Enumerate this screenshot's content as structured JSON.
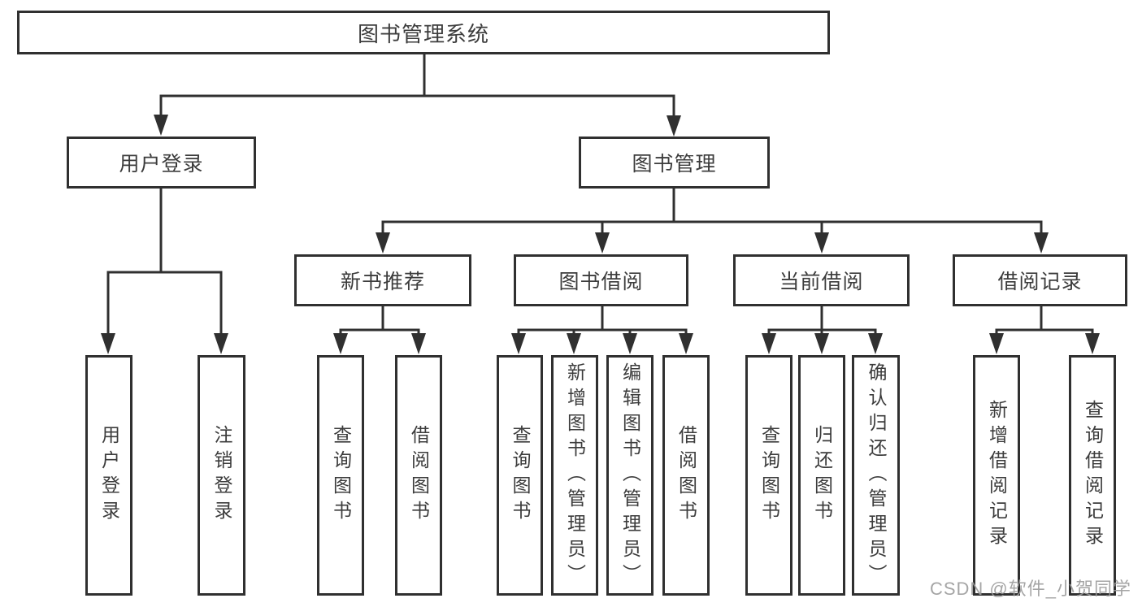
{
  "diagram": {
    "title": "图书管理系统",
    "root": {
      "label": "图书管理系统"
    },
    "level2": [
      {
        "id": "user-login",
        "label": "用户登录"
      },
      {
        "id": "book-management",
        "label": "图书管理"
      }
    ],
    "level3": [
      {
        "id": "new-book-recommend",
        "parent": "图书管理",
        "label": "新书推荐"
      },
      {
        "id": "book-borrowing",
        "parent": "图书管理",
        "label": "图书借阅"
      },
      {
        "id": "current-borrowing",
        "parent": "图书管理",
        "label": "当前借阅"
      },
      {
        "id": "borrowing-records",
        "parent": "图书管理",
        "label": "借阅记录"
      }
    ],
    "leaves": [
      {
        "parent": "用户登录",
        "label": "用户登录"
      },
      {
        "parent": "用户登录",
        "label": "注销登录"
      },
      {
        "parent": "新书推荐",
        "label": "查询图书"
      },
      {
        "parent": "新书推荐",
        "label": "借阅图书"
      },
      {
        "parent": "图书借阅",
        "label": "查询图书"
      },
      {
        "parent": "图书借阅",
        "label": "新增图书（管理员）"
      },
      {
        "parent": "图书借阅",
        "label": "编辑图书（管理员）"
      },
      {
        "parent": "图书借阅",
        "label": "借阅图书"
      },
      {
        "parent": "当前借阅",
        "label": "查询图书"
      },
      {
        "parent": "当前借阅",
        "label": "归还图书"
      },
      {
        "parent": "当前借阅",
        "label": "确认归还（管理员）"
      },
      {
        "parent": "借阅记录",
        "label": "新增借阅记录"
      },
      {
        "parent": "借阅记录",
        "label": "查询借阅记录"
      }
    ]
  },
  "watermark": {
    "text": "CSDN @软件_小贺同学"
  },
  "colors": {
    "line": "#303030",
    "text": "#3c3c3c",
    "watermark": "#9c9c9c",
    "background": "#ffffff"
  }
}
